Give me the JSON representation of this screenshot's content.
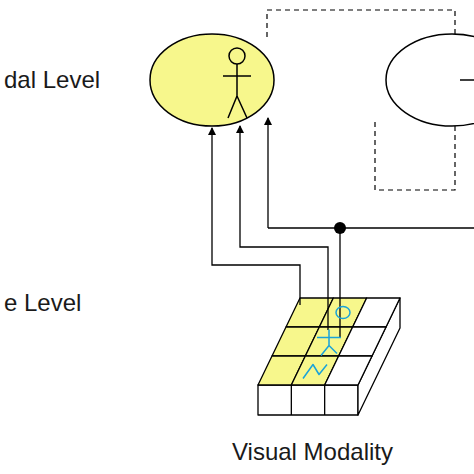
{
  "diagram": {
    "labels": [
      "dal Level",
      "e Level",
      "Visual Modality"
    ]
  }
}
